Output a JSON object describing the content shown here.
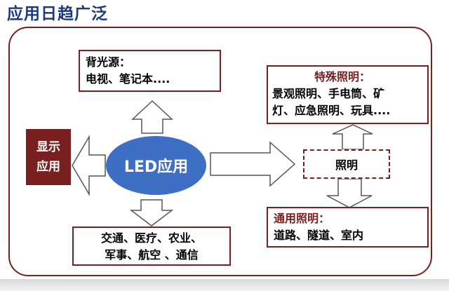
{
  "title": "应用日趋广泛",
  "backlight": {
    "title": "背光源：",
    "line1": "电视、笔记本...."
  },
  "special": {
    "title": "特殊照明：",
    "line1": "景观照明、手电筒、矿",
    "line2": "灯、应急照明、玩具...."
  },
  "display": {
    "line1": "显示",
    "line2": "应用"
  },
  "center": {
    "label": "LED应用"
  },
  "lighting": {
    "label": "照明"
  },
  "general": {
    "title": "通用照明：",
    "line1": "道路、隧道、室内"
  },
  "industry": {
    "line1": "交通、医疗、农业、",
    "line2": "军事、航空 、通信"
  },
  "colors": {
    "frame": "#7a1f1f",
    "ellipse": "#3e6fc4",
    "title": "#1f3a7a",
    "arrow_stroke": "#555555"
  }
}
